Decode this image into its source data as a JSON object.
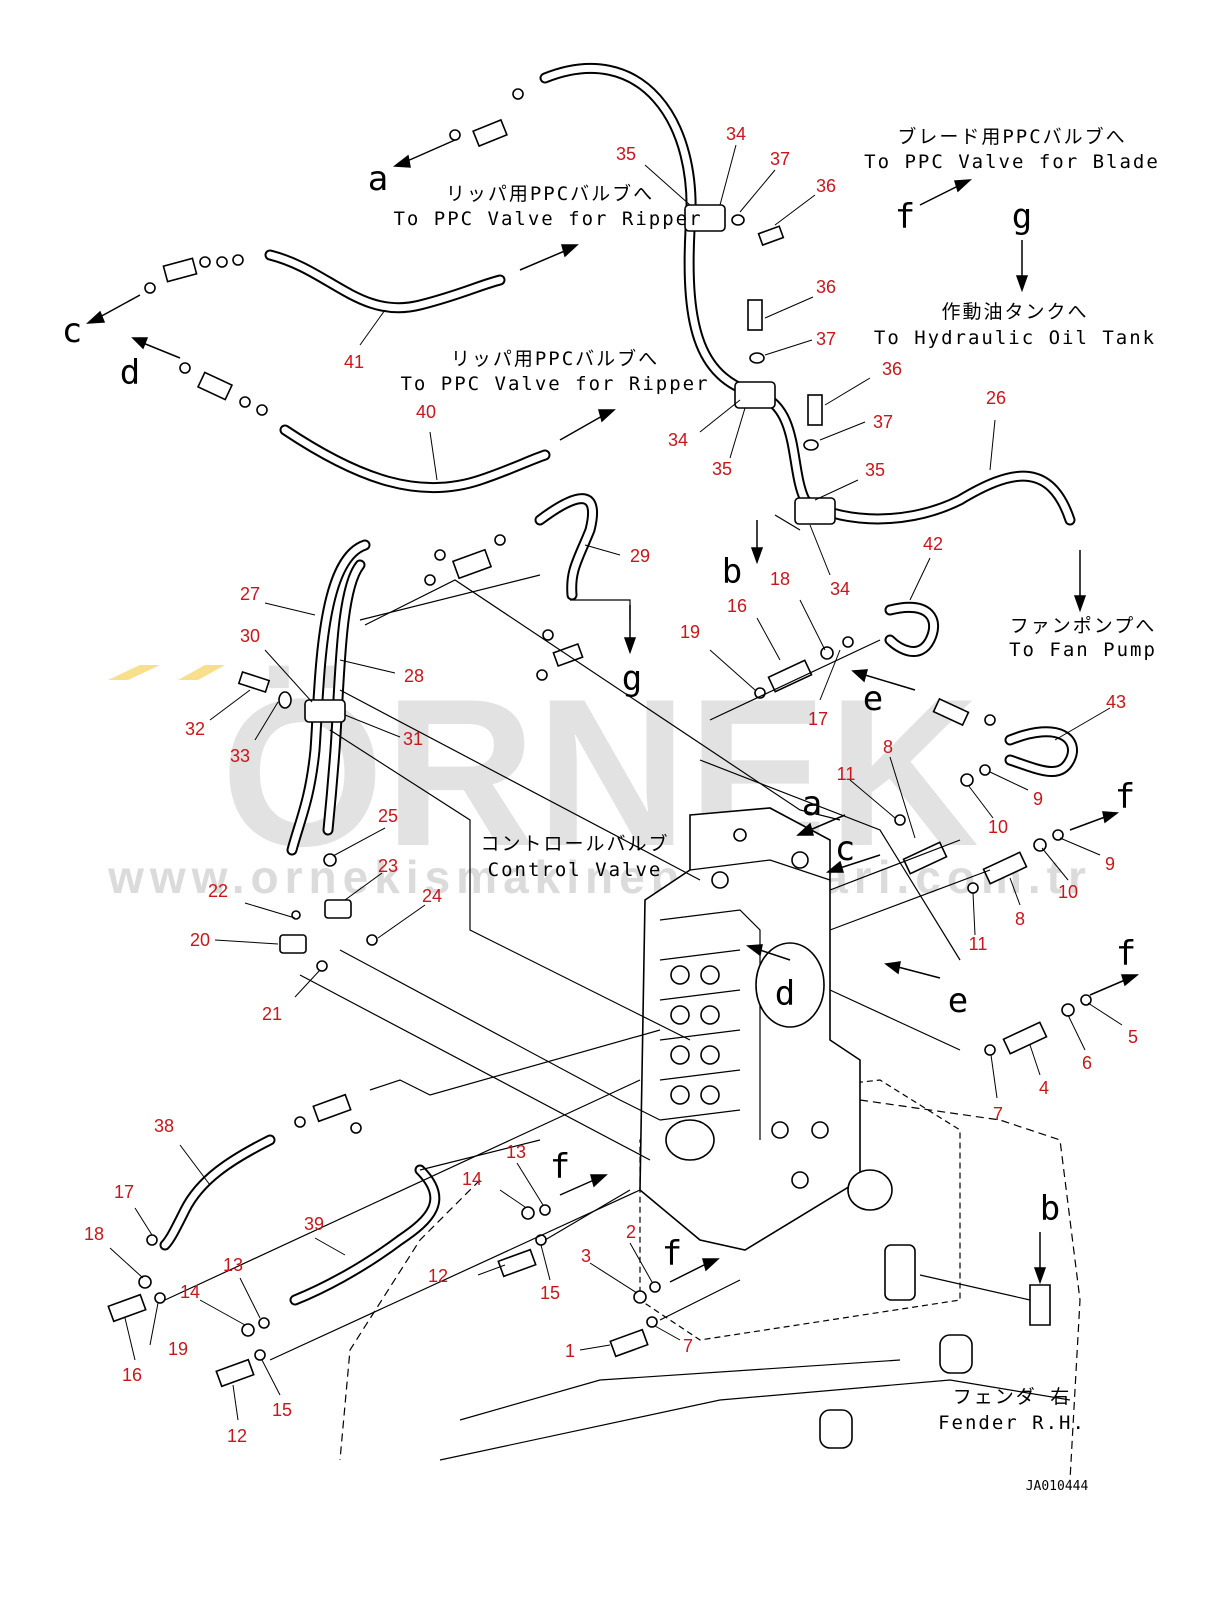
{
  "watermark": {
    "brand": "ÖRNEK",
    "url": "www.ornekismakineparcalari.com.tr"
  },
  "drawing_code": "JA010444",
  "notes": {
    "ripper_top_jp": "リッパ用PPCバルブへ",
    "ripper_top_en": "To PPC Valve for Ripper",
    "ripper_mid_jp": "リッパ用PPCバルブへ",
    "ripper_mid_en": "To PPC Valve for Ripper",
    "blade_jp": "ブレード用PPCバルブへ",
    "blade_en": "To PPC Valve for Blade",
    "tank_jp": "作動油タンクへ",
    "tank_en": "To Hydraulic Oil Tank",
    "fan_jp": "ファンポンプへ",
    "fan_en": "To Fan Pump",
    "control_jp": "コントロールバルブ",
    "control_en": "Control Valve",
    "fender_jp": "フェンダ 右",
    "fender_en": "Fender R.H."
  },
  "connection_letters": [
    "a",
    "c",
    "d",
    "f",
    "g",
    "b",
    "g",
    "e",
    "a",
    "c",
    "f",
    "d",
    "e",
    "f",
    "f",
    "f",
    "b"
  ],
  "part_numbers": [
    "35",
    "34",
    "37",
    "36",
    "36",
    "37",
    "36",
    "37",
    "34",
    "35",
    "35",
    "34",
    "26",
    "41",
    "40",
    "29",
    "27",
    "28",
    "30",
    "32",
    "33",
    "31",
    "42",
    "18",
    "16",
    "19",
    "17",
    "43",
    "8",
    "11",
    "9",
    "10",
    "9",
    "10",
    "11",
    "8",
    "25",
    "23",
    "24",
    "22",
    "20",
    "21",
    "5",
    "6",
    "7",
    "4",
    "38",
    "17",
    "18",
    "16",
    "19",
    "14",
    "13",
    "39",
    "13",
    "14",
    "15",
    "12",
    "12",
    "2",
    "3",
    "15",
    "7",
    "1"
  ]
}
